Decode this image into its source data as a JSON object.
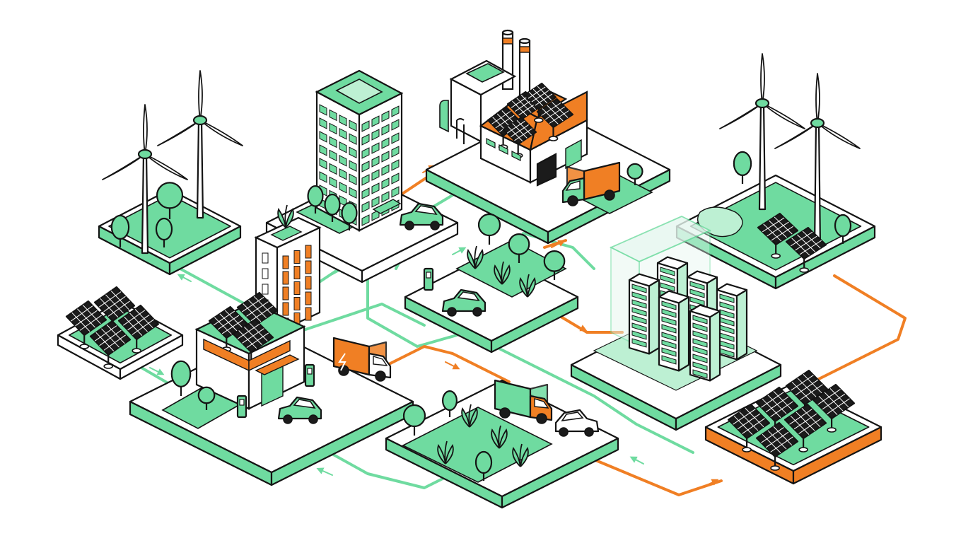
{
  "colors": {
    "green": "#6fdba0",
    "green_light": "#bdf0d3",
    "orange": "#f07f24",
    "outline": "#141414",
    "white": "#ffffff",
    "dark": "#1b1b1b",
    "glass": "#e6f7ef"
  },
  "scene": {
    "islands": [
      {
        "id": "wind-farm-left",
        "contents": [
          "wind-turbine",
          "wind-turbine",
          "tree",
          "tree",
          "tree"
        ]
      },
      {
        "id": "office-tower",
        "contents": [
          "office-building",
          "tree",
          "tree",
          "tree",
          "car"
        ]
      },
      {
        "id": "solar-factory",
        "contents": [
          "factory",
          "smokestack",
          "smokestack",
          "solar-panel",
          "delivery-truck"
        ]
      },
      {
        "id": "wind-farm-right",
        "contents": [
          "wind-turbine",
          "wind-turbine",
          "solar-panel",
          "solar-panel",
          "tree",
          "tree",
          "pond"
        ]
      },
      {
        "id": "solar-array-left",
        "contents": [
          "solar-panel",
          "solar-panel",
          "solar-panel",
          "solar-panel"
        ]
      },
      {
        "id": "ev-charging-hub",
        "contents": [
          "apartment-building",
          "solar-roof",
          "charging-station",
          "electric-truck",
          "electric-car"
        ]
      },
      {
        "id": "park-charger",
        "contents": [
          "charging-station",
          "car",
          "tree",
          "tree",
          "plant"
        ]
      },
      {
        "id": "data-center",
        "contents": [
          "server-rack",
          "server-rack",
          "server-rack",
          "server-rack",
          "server-rack",
          "server-rack",
          "glass-enclosure"
        ]
      },
      {
        "id": "garden-logistics",
        "contents": [
          "delivery-truck",
          "car",
          "tree",
          "tree",
          "plant"
        ]
      },
      {
        "id": "solar-array-right",
        "contents": [
          "solar-panel",
          "solar-panel",
          "solar-panel",
          "solar-panel",
          "solar-panel",
          "solar-panel"
        ]
      }
    ],
    "connection_types": [
      "energy-flow-green",
      "energy-flow-orange"
    ]
  }
}
